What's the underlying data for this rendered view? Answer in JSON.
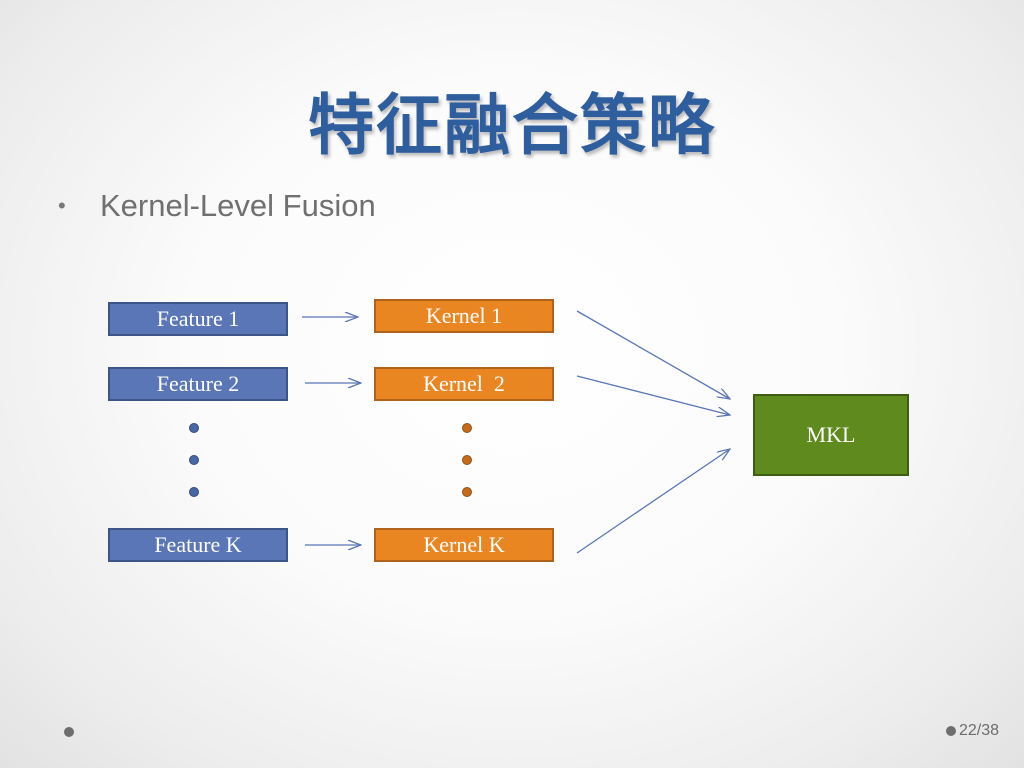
{
  "slide": {
    "title": "特征融合策略",
    "bullet": "Kernel-Level Fusion",
    "page_number": "22/38"
  },
  "diagram": {
    "features": [
      "Feature 1",
      "Feature 2",
      "Feature K"
    ],
    "kernels": [
      "Kernel 1",
      "Kernel  2",
      "Kernel K"
    ],
    "classifier": "MKL"
  },
  "colors": {
    "title": "#2f5e9e",
    "feature_fill": "#5a76b6",
    "kernel_fill": "#ea8622",
    "mkl_fill": "#5f8a1d",
    "arrow": "#5a76b6",
    "feature_ellipsis": "#4a66a3",
    "kernel_ellipsis": "#c46a1c"
  }
}
